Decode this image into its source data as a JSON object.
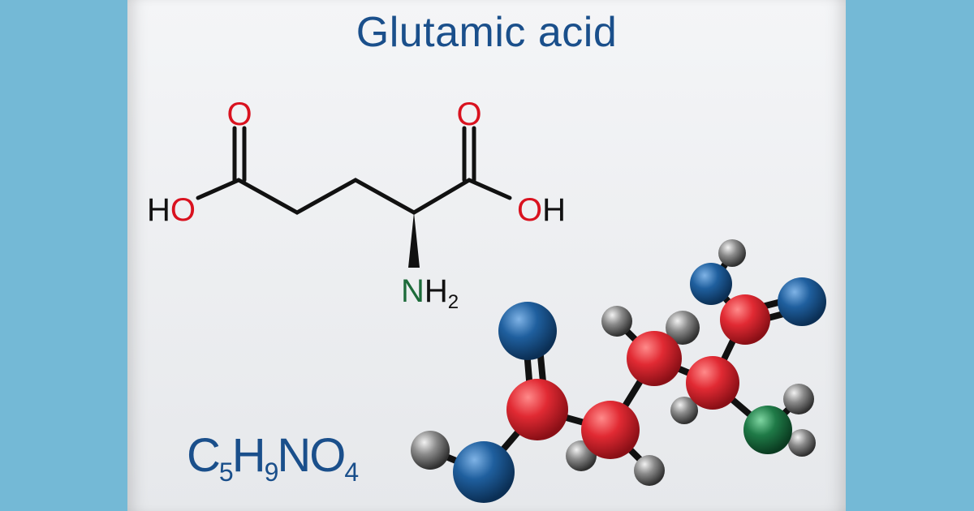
{
  "title": "Glutamic acid",
  "formula": {
    "parts": [
      {
        "el": "C",
        "sub": "5"
      },
      {
        "el": "H",
        "sub": "9"
      },
      {
        "el": "N",
        "sub": ""
      },
      {
        "el": "O",
        "sub": "4"
      }
    ]
  },
  "structure_labels": {
    "o_top_left": "O",
    "o_top_right": "O",
    "hydroxyl_left": "HO",
    "hydroxyl_right": "OH",
    "amine_n": "N",
    "amine_h": "H",
    "amine_sub": "2"
  },
  "colors": {
    "background": "#74b9d6",
    "title": "#1a4f8b",
    "oxygen_label": "#d9121f",
    "nitrogen_label": "#1d6b3a",
    "carbon_ball": "#d9232e",
    "oxygen_ball": "#1a5a96",
    "hydrogen_ball": "#6f6f6f",
    "nitrogen_ball": "#1f7a47"
  }
}
